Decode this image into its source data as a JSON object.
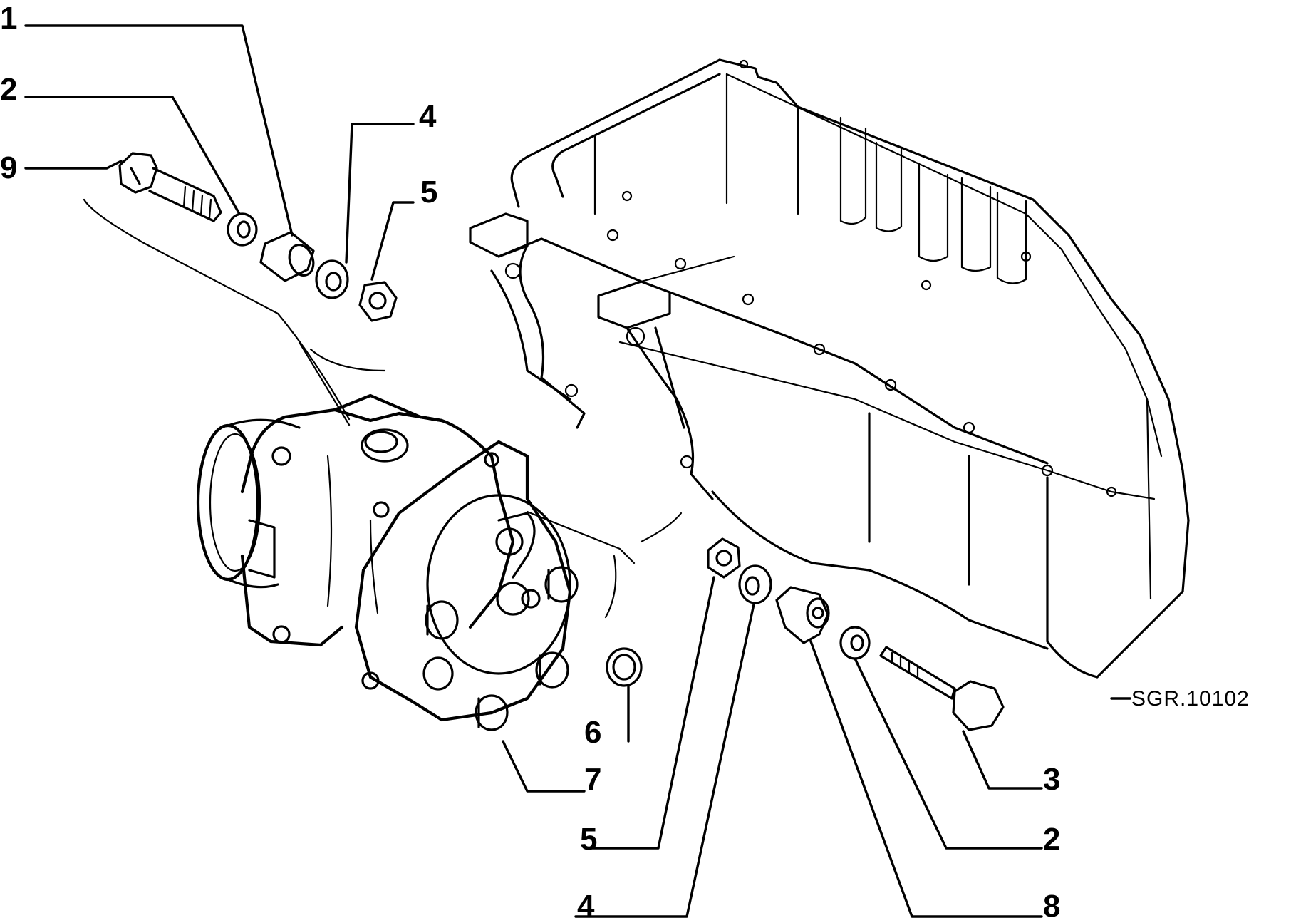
{
  "drawing_ref": "SGR.10102",
  "callouts": [
    {
      "id": "c1a",
      "label": "1"
    },
    {
      "id": "c2a",
      "label": "2"
    },
    {
      "id": "c9",
      "label": "9"
    },
    {
      "id": "c4a",
      "label": "4"
    },
    {
      "id": "c5a",
      "label": "5"
    },
    {
      "id": "c6",
      "label": "6"
    },
    {
      "id": "c7",
      "label": "7"
    },
    {
      "id": "c5b",
      "label": "5"
    },
    {
      "id": "c4b",
      "label": "4"
    },
    {
      "id": "c8",
      "label": "8"
    },
    {
      "id": "c2b",
      "label": "2"
    },
    {
      "id": "c3",
      "label": "3"
    }
  ]
}
